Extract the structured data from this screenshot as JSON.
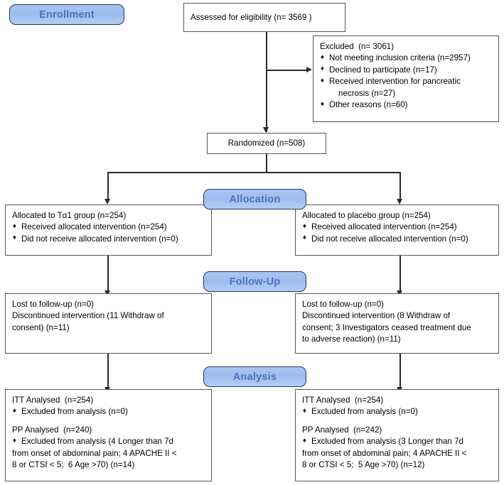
{
  "diagram": {
    "title": "CONSORT participant flow diagram",
    "type": "flowchart",
    "accent_color": "#9dbcee",
    "accent_border_color": "#1f3864",
    "accent_text_color": "#4a72b8",
    "box_border_color": "#575757",
    "connector_color": "#2b2b2b"
  },
  "stages": {
    "enrollment": "Enrollment",
    "allocation": "Allocation",
    "followup": "Follow-Up",
    "analysis": "Analysis"
  },
  "nodes": {
    "assessed": {
      "lines": [
        "Assessed for eligibility (n= 3569 )"
      ]
    },
    "excluded": {
      "heading": "Excluded  (n= 3061)",
      "bullets": [
        "Not meeting inclusion criteria (n=2957)",
        "Declined to participate (n=17)",
        "Received intervention for pancreatic",
        "Other reasons (n=60)"
      ],
      "continuation": "necrosis (n=27)"
    },
    "randomized": {
      "lines": [
        "Randomized (n=508)"
      ]
    },
    "allocated_left": {
      "heading": "Allocated to Tα1 group (n=254)",
      "bullets": [
        "Received allocated intervention (n=254)",
        "Did not receive allocated intervention (n=0)"
      ]
    },
    "allocated_right": {
      "heading": "Allocated to placebo group (n=254)",
      "bullets": [
        "Received allocated intervention (n=254)",
        "Did not receive allocated intervention (n=0)"
      ]
    },
    "followup_left": {
      "lines": [
        "Lost to follow-up (n=0)",
        "Discontinued intervention (11 Withdraw of",
        "consent) (n=11)"
      ]
    },
    "followup_right": {
      "lines": [
        "Lost to follow-up (n=0)",
        "Discontinued intervention (8 Withdraw of",
        "consent; 3 Investigators ceased treatment due",
        "to adverse reaction) (n=11)"
      ]
    },
    "analysis_left": {
      "itt_heading": "ITT Analysed  (n=254)",
      "itt_bullet": "Excluded from analysis (n=0)",
      "pp_heading": "PP Analysed  (n=240)",
      "pp_bullet": "Excluded from analysis (4 Longer than 7d",
      "pp_line2": "from onset of abdominal pain; 4 APACHE II <",
      "pp_line3": "8 or CTSI < 5;  6 Age >70) (n=14)"
    },
    "analysis_right": {
      "itt_heading": "ITT Analysed  (n=254)",
      "itt_bullet": "Excluded from analysis (n=0)",
      "pp_heading": "PP Analysed  (n=242)",
      "pp_bullet": "Excluded from analysis (3 Longer than 7d",
      "pp_line2": "from onset of abdominal pain; 4 APACHE II <",
      "pp_line3": "8 or CTSI < 5;  5 Age >70) (n=12)"
    }
  },
  "chart_data": {
    "type": "flow",
    "title": "CONSORT participant flow diagram",
    "stages": [
      "Enrollment",
      "Allocation",
      "Follow-Up",
      "Analysis"
    ],
    "counts": {
      "assessed_for_eligibility": 3569,
      "excluded_total": 3061,
      "excluded_not_meeting_inclusion_criteria": 2957,
      "excluded_declined_to_participate": 17,
      "excluded_received_intervention_pancreatic_necrosis": 27,
      "excluded_other_reasons": 60,
      "randomized": 508,
      "allocated_ta1": 254,
      "allocated_ta1_received": 254,
      "allocated_ta1_not_received": 0,
      "allocated_placebo": 254,
      "allocated_placebo_received": 254,
      "allocated_placebo_not_received": 0,
      "ta1_lost_to_followup": 0,
      "ta1_discontinued": 11,
      "ta1_discontinued_withdraw_consent": 11,
      "placebo_lost_to_followup": 0,
      "placebo_discontinued": 11,
      "placebo_discontinued_withdraw_consent": 8,
      "placebo_discontinued_investigator_ceased": 3,
      "ta1_itt_analysed": 254,
      "ta1_itt_excluded": 0,
      "ta1_pp_analysed": 240,
      "ta1_pp_excluded": 14,
      "ta1_pp_excluded_longer_than_7d": 4,
      "ta1_pp_excluded_apache_ctsi": 4,
      "ta1_pp_excluded_age_over_70": 6,
      "placebo_itt_analysed": 254,
      "placebo_itt_excluded": 0,
      "placebo_pp_analysed": 242,
      "placebo_pp_excluded": 12,
      "placebo_pp_excluded_longer_than_7d": 3,
      "placebo_pp_excluded_apache_ctsi": 4,
      "placebo_pp_excluded_age_over_70": 5
    }
  }
}
